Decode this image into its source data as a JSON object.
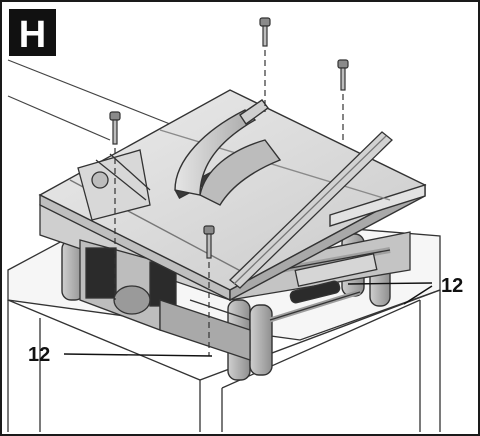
{
  "figure_letter": "H",
  "callouts": {
    "right": "12",
    "left": "12"
  },
  "colors": {
    "frame": "#1a1a1a",
    "badge": "#111111",
    "table_top": "#d9d9d9",
    "metal": "#b5b5b5",
    "dark_part": "#2b2b2b",
    "line": "#555555"
  }
}
